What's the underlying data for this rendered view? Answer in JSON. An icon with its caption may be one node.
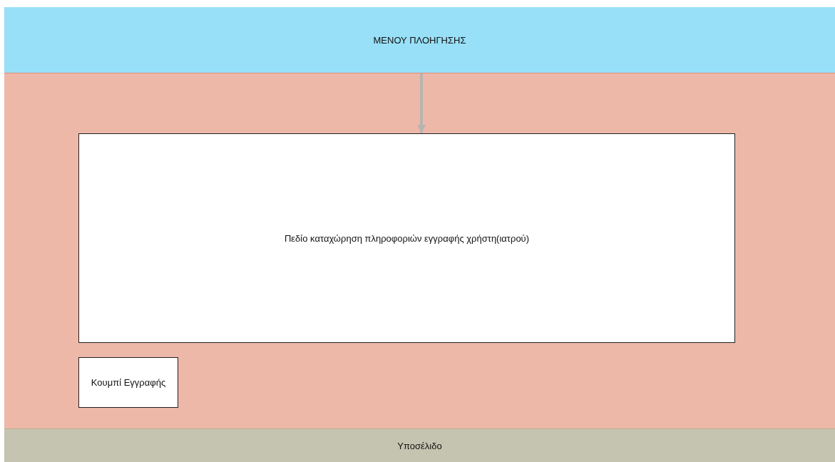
{
  "diagram": {
    "nodes": [
      {
        "text": [
          "ΜΕΝΟΥ ΠΛΟΗΓΗΣΗΣ"
        ]
      },
      {
        "text": [],
        "shape": "box"
      },
      {
        "text": [
          "Πεδίο καταχώρηση πληροφοριών εγγραφής χρήστη(ιατρού)"
        ],
        "in": 1
      },
      {
        "text": [
          "Κουμπί Εγγραφής"
        ],
        "in": 1
      },
      {
        "text": [
          "Υποσέλιδο"
        ]
      }
    ],
    "edges": [
      {
        "from": 0,
        "to": 2,
        "arrow": "to"
      }
    ]
  }
}
